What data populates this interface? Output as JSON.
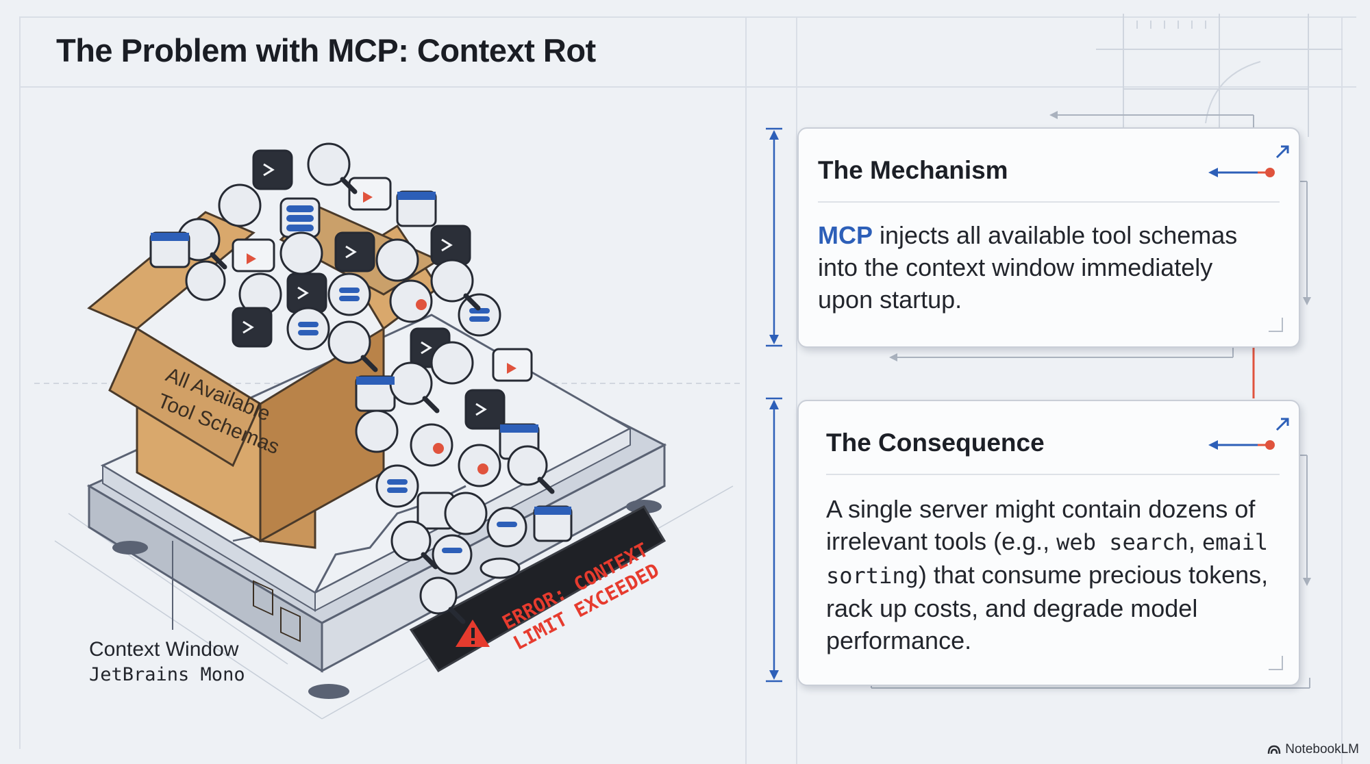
{
  "title": "The Problem with MCP: Context Rot",
  "illustration": {
    "box_label": "All Available\nTool Schemas",
    "box_label_line1": "All Available",
    "box_label_line2": "Tool Schemas",
    "scale_display_line1": "ERROR: CONTEXT",
    "scale_display_line2": "LIMIT EXCEEDED",
    "scale_label": "Context Window",
    "scale_sublabel": "JetBrains Mono",
    "icons": [
      "terminal-icon",
      "gear-icon",
      "search-icon",
      "mail-icon",
      "database-icon",
      "window-icon",
      "calendar-check-icon",
      "clock-icon",
      "bug-icon",
      "cogs-icon"
    ]
  },
  "cards": [
    {
      "heading": "The Mechanism",
      "body_accent": "MCP",
      "body_rest": " injects all available tool schemas into the context window immediately upon startup."
    },
    {
      "heading": "The Consequence",
      "body_part1": "A single server might contain dozens of irrelevant tools (e.g., ",
      "code1": "web search",
      "body_part2": ", ",
      "code2": "email sorting",
      "body_part3": ") that consume precious tokens, rack up costs, and degrade model performance."
    }
  ],
  "brand": "NotebookLM",
  "colors": {
    "accent_blue": "#2d5fb8",
    "accent_red": "#e0533d",
    "error_red": "#e63b2e",
    "cardboard": "#d9a86c"
  }
}
